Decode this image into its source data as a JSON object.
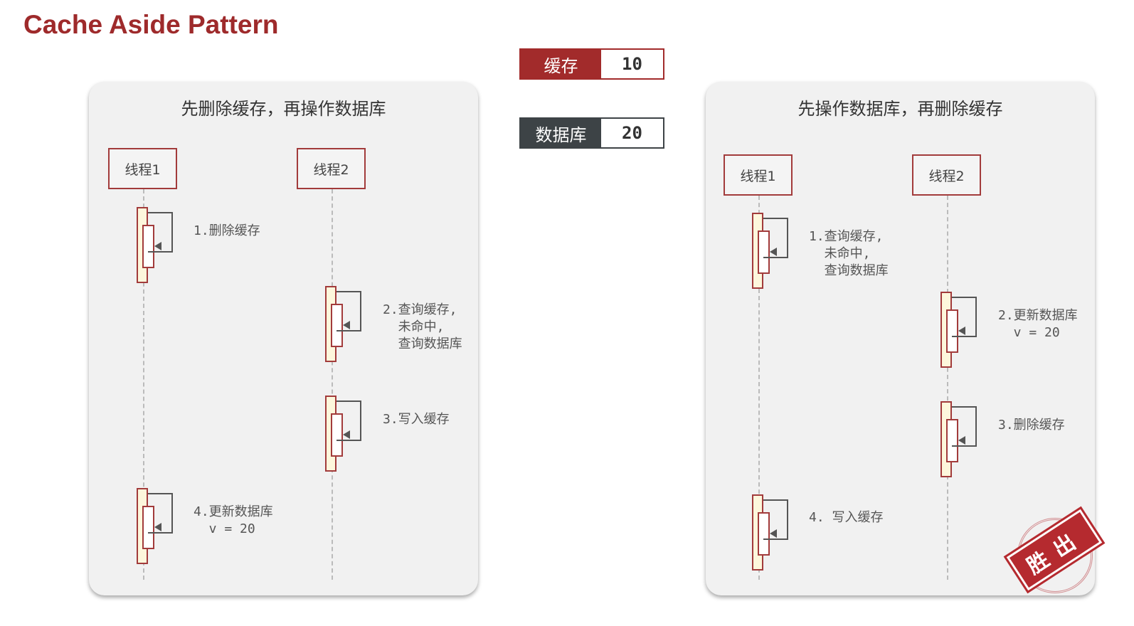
{
  "title": "Cache Aside Pattern",
  "cache": {
    "label": "缓存",
    "value": "10"
  },
  "db": {
    "label": "数据库",
    "value": "20"
  },
  "left": {
    "title": "先删除缓存，再操作数据库",
    "thread1": "线程1",
    "thread2": "线程2",
    "steps": [
      "1.删除缓存",
      "2.查询缓存,\n  未命中,\n  查询数据库",
      "3.写入缓存",
      "4.更新数据库\n  v = 20"
    ]
  },
  "right": {
    "title": "先操作数据库，再删除缓存",
    "thread1": "线程1",
    "thread2": "线程2",
    "steps": [
      "1.查询缓存,\n  未命中,\n  查询数据库",
      "2.更新数据库\n  v = 20",
      "3.删除缓存",
      "4. 写入缓存"
    ]
  },
  "stamp": "胜出",
  "colors": {
    "accent": "#9e2a2b",
    "db": "#3d4346"
  }
}
